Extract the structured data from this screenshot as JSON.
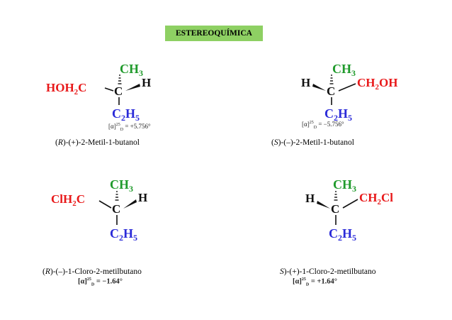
{
  "title": "ESTEREOQUÍMICA",
  "colors": {
    "green": "#1f9a2b",
    "red": "#e8191a",
    "blue": "#2a2ad8",
    "black": "#111111",
    "title_bg": "#8ed063"
  },
  "molecules": [
    {
      "top": "CH",
      "top_sub": "3",
      "left": "HOH",
      "left_sub": "2",
      "left_end": "C",
      "right": "H",
      "center": "C",
      "bottom": "C",
      "bottom_sub1": "2",
      "bottom_mid": "H",
      "bottom_sub2": "5",
      "rotation": {
        "alpha": "[α]",
        "sup": "25",
        "sub": "D",
        "value": "= +5.756°"
      },
      "caption": {
        "open": "(",
        "config": "R",
        "rest": ")-(+)-2-Metil-1-butanol"
      }
    },
    {
      "top": "CH",
      "top_sub": "3",
      "left": "H",
      "right": "CH",
      "right_sub": "2",
      "right_end": "OH",
      "center": "C",
      "bottom": "C",
      "bottom_sub1": "2",
      "bottom_mid": "H",
      "bottom_sub2": "5",
      "rotation": {
        "alpha": "[α]",
        "sup": "25",
        "sub": "D",
        "value": "= −5.756°"
      },
      "caption": {
        "open": "(",
        "config": "S",
        "rest": ")-(–)-2-Metil-1-butanol"
      }
    },
    {
      "top": "CH",
      "top_sub": "3",
      "left": "ClH",
      "left_sub": "2",
      "left_end": "C",
      "right": "H",
      "center": "C",
      "bottom": "C",
      "bottom_sub1": "2",
      "bottom_mid": "H",
      "bottom_sub2": "5",
      "rotation": {
        "alpha": "[α]",
        "sup": "25",
        "sub": "D",
        "value": "= −1.64°"
      },
      "caption": {
        "open": "(",
        "config": "R",
        "rest": ")-(–)-1-Cloro-2-metilbutano"
      }
    },
    {
      "top": "CH",
      "top_sub": "3",
      "left": "H",
      "right": "CH",
      "right_sub": "2",
      "right_end": "Cl",
      "center": "C",
      "bottom": "C",
      "bottom_sub1": "2",
      "bottom_mid": "H",
      "bottom_sub2": "5",
      "rotation": {
        "alpha": "[α]",
        "sup": "25",
        "sub": "D",
        "value": "= +1.64°"
      },
      "caption": {
        "open": "",
        "config": "S",
        "rest": ")-(+)-1-Cloro-2-metilbutano"
      }
    }
  ]
}
